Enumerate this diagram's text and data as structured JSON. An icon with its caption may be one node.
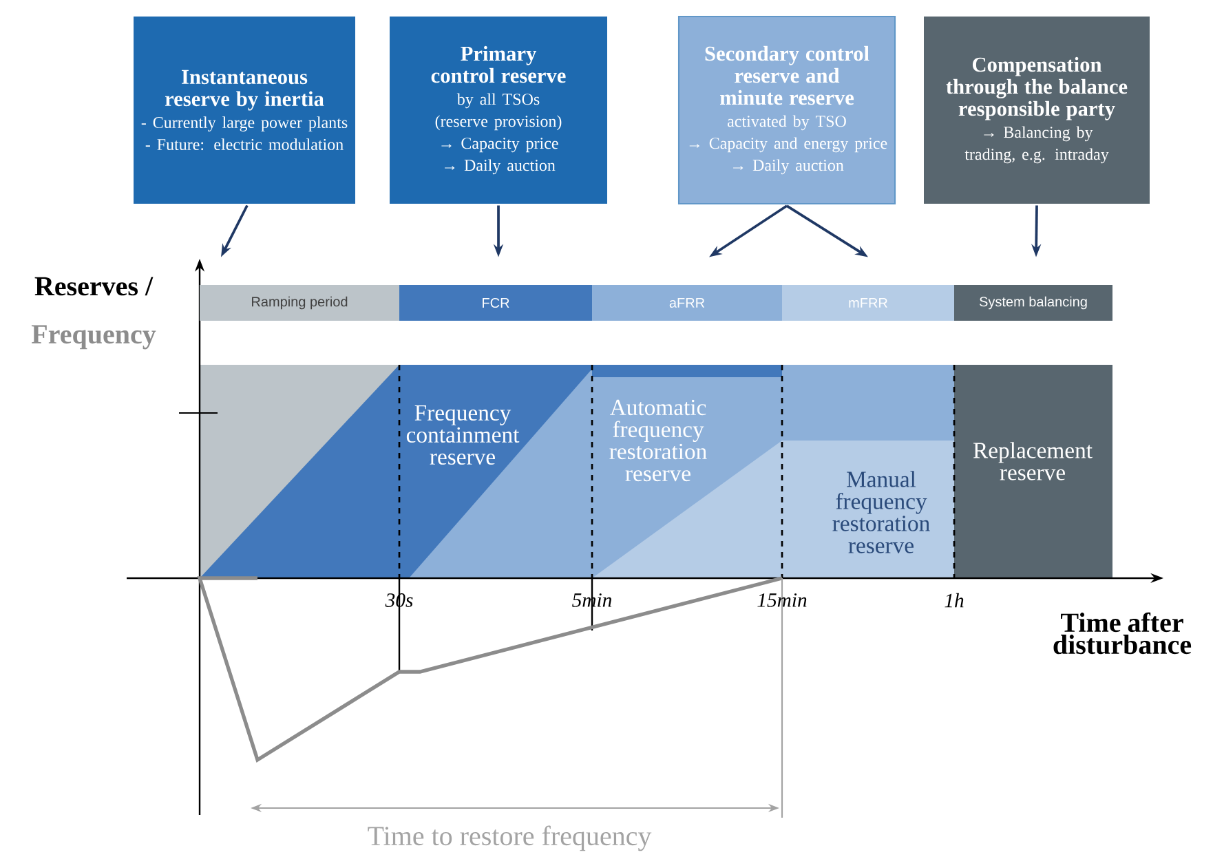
{
  "diagram": {
    "nodes": [
      {
        "text": [
          "Instantaneous reserve by inertia",
          "- Currently large power plants",
          "- Future: electric modulation"
        ]
      },
      {
        "text": [
          "Primary control reserve",
          "by all TSOs",
          "(reserve provision)",
          "→ Capacity price",
          "→ Daily auction"
        ]
      },
      {
        "text": [
          "Secondary control reserve and minute reserve",
          "activated by TSO",
          "→ Capacity and energy price",
          "→ Daily auction"
        ]
      },
      {
        "text": [
          "Compensation through the balance responsible party",
          "→ Balancing by trading, e.g. intraday"
        ]
      },
      {
        "text": [
          "Ramping period"
        ]
      },
      {
        "text": [
          "FCR"
        ]
      },
      {
        "text": [
          "aFRR"
        ]
      },
      {
        "text": [
          "mFRR"
        ]
      },
      {
        "text": [
          "System balancing"
        ]
      },
      {
        "text": [
          "Frequency containment reserve"
        ]
      },
      {
        "text": [
          "Automatic frequency restoration reserve"
        ]
      },
      {
        "text": [
          "Manual frequency restoration reserve"
        ]
      },
      {
        "text": [
          "Replacement reserve"
        ]
      }
    ],
    "edges": [
      {
        "from": 0,
        "to": 4,
        "arrow": "to"
      },
      {
        "from": 1,
        "to": 5,
        "arrow": "to"
      },
      {
        "from": 2,
        "to": 6,
        "arrow": "to"
      },
      {
        "from": 2,
        "to": 7,
        "arrow": "to"
      },
      {
        "from": 3,
        "to": 8,
        "arrow": "to"
      }
    ],
    "labels": [
      "Reserves /",
      "Frequency",
      "30s",
      "5min",
      "15min",
      "1h",
      "Time after disturbance",
      "Time to restore frequency"
    ]
  }
}
